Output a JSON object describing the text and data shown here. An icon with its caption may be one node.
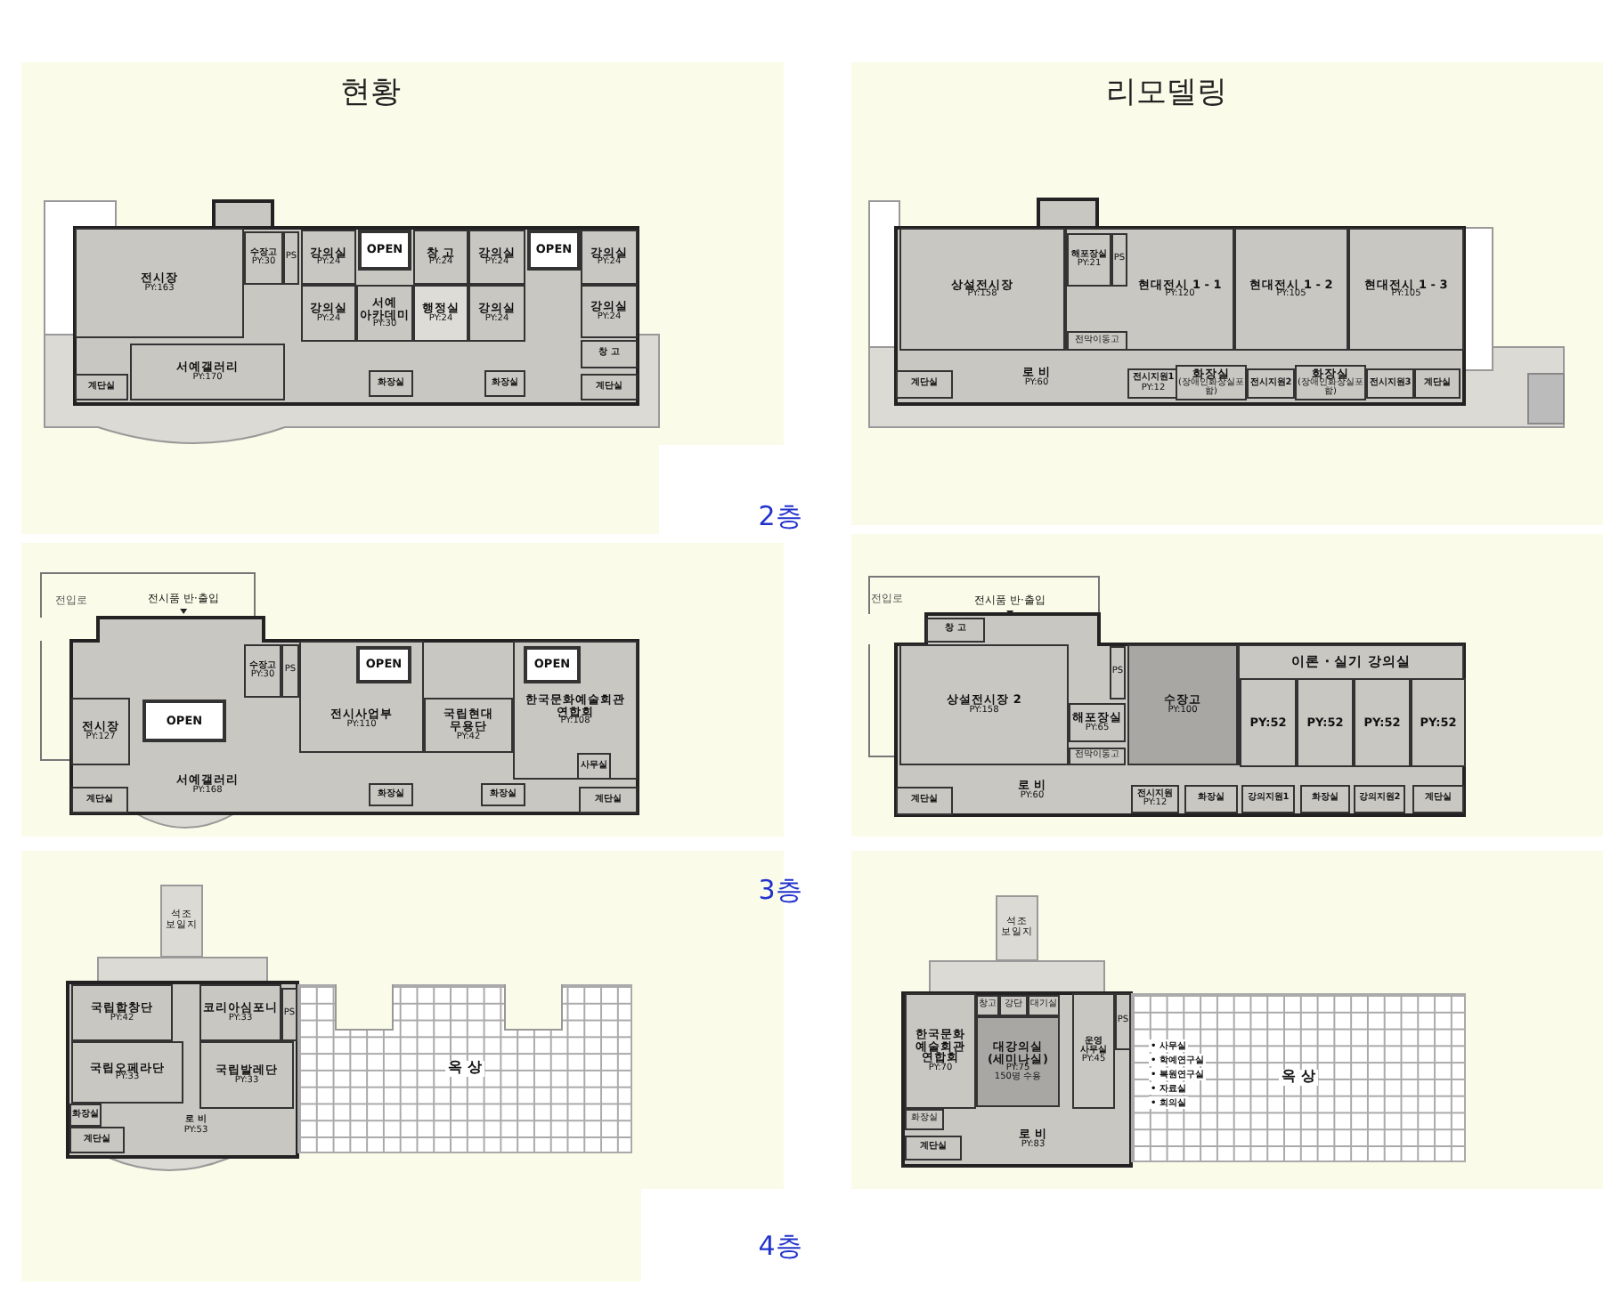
{
  "diagram": {
    "nodes": [
      {
        "text": [
          "전시장",
          "PY:163"
        ]
      },
      {
        "text": [
          "수장고",
          "PY:30"
        ]
      },
      {
        "text": [
          "PS"
        ]
      },
      {
        "text": [
          "강의실",
          "PY:24"
        ]
      },
      {
        "text": [
          "OPEN"
        ]
      },
      {
        "text": [
          "창 고",
          "PY:24"
        ]
      },
      {
        "text": [
          "강의실",
          "PY:24"
        ]
      },
      {
        "text": [
          "OPEN"
        ]
      },
      {
        "text": [
          "강의실",
          "PY:24"
        ]
      },
      {
        "text": [
          "강의실",
          "PY:24"
        ]
      },
      {
        "text": [
          "서예 아카데미",
          "PY:30"
        ]
      },
      {
        "text": [
          "행정실",
          "PY:24"
        ]
      },
      {
        "text": [
          "강의실",
          "PY:24"
        ]
      },
      {
        "text": [
          "강의실",
          "PY:24"
        ]
      },
      {
        "text": [
          "창 고"
        ]
      },
      {
        "text": [
          "서예갤러리",
          "PY:170"
        ]
      },
      {
        "text": [
          "계단실"
        ]
      },
      {
        "text": [
          "화장실"
        ]
      },
      {
        "text": [
          "화장실"
        ]
      },
      {
        "text": [
          "계단실"
        ]
      },
      {
        "text": [
          "상설전시장",
          "PY:158"
        ]
      },
      {
        "text": [
          "현대전시 1 - 1",
          "PY:120"
        ]
      },
      {
        "text": [
          "해포장실",
          "PY:21"
        ],
        "in": 21
      },
      {
        "text": [
          "PS"
        ],
        "in": 21
      },
      {
        "text": [
          "전막이동고"
        ],
        "in": 21
      },
      {
        "text": [
          "현대전시 1 - 2",
          "PY:105"
        ]
      },
      {
        "text": [
          "현대전시 1 - 3",
          "PY:105"
        ]
      },
      {
        "text": [
          "로 비",
          "PY:60"
        ]
      },
      {
        "text": [
          "계단실"
        ]
      },
      {
        "text": [
          "전시지원1",
          "PY:12"
        ]
      },
      {
        "text": [
          "화장실",
          "(장애인화장실포함)"
        ]
      },
      {
        "text": [
          "전시지원2"
        ]
      },
      {
        "text": [
          "화장실",
          "(장애인화장실포함)"
        ]
      },
      {
        "text": [
          "전시지원3"
        ]
      },
      {
        "text": [
          "계단실"
        ]
      },
      {
        "text": [
          "전시장",
          "PY:127"
        ]
      },
      {
        "text": [
          "OPEN"
        ]
      },
      {
        "text": [
          "수장고",
          "PY:30"
        ]
      },
      {
        "text": [
          "PS"
        ]
      },
      {
        "text": [
          "전시사업부",
          "PY:110"
        ]
      },
      {
        "text": [
          "OPEN"
        ],
        "in": 39
      },
      {
        "text": [
          "국립현대 무용단",
          "PY:42"
        ]
      },
      {
        "text": [
          "한국문화예술회관 연합회",
          "PY:108"
        ]
      },
      {
        "text": [
          "OPEN"
        ],
        "in": 42
      },
      {
        "text": [
          "사무실"
        ],
        "in": 42
      },
      {
        "text": [
          "서예갤러리",
          "PY:168"
        ]
      },
      {
        "text": [
          "계단실"
        ]
      },
      {
        "text": [
          "화장실"
        ]
      },
      {
        "text": [
          "화장실"
        ]
      },
      {
        "text": [
          "계단실"
        ]
      },
      {
        "text": [
          "창 고"
        ]
      },
      {
        "text": [
          "상설전시장 2",
          "PY:158"
        ]
      },
      {
        "text": [
          "해포장실",
          "PY:65"
        ]
      },
      {
        "text": [
          "PS"
        ]
      },
      {
        "text": [
          "전막이동고"
        ]
      },
      {
        "text": [
          "수장고",
          "PY:100"
        ]
      },
      {
        "text": [
          "이론 · 실기 강의실"
        ]
      },
      {
        "text": [
          "PY:52"
        ],
        "in": 56
      },
      {
        "text": [
          "PY:52"
        ],
        "in": 56
      },
      {
        "text": [
          "PY:52"
        ],
        "in": 56
      },
      {
        "text": [
          "PY:52"
        ],
        "in": 56
      },
      {
        "text": [
          "로 비",
          "PY:60"
        ]
      },
      {
        "text": [
          "계단실"
        ]
      },
      {
        "text": [
          "전시지원",
          "PY:12"
        ]
      },
      {
        "text": [
          "화장실"
        ]
      },
      {
        "text": [
          "강의지원1"
        ]
      },
      {
        "text": [
          "화장실"
        ]
      },
      {
        "text": [
          "강의지원2"
        ]
      },
      {
        "text": [
          "계단실"
        ]
      },
      {
        "text": [
          "석조 보일지"
        ]
      },
      {
        "text": [
          "국립합창단",
          "PY:42"
        ]
      },
      {
        "text": [
          "코리아심포니",
          "PY:33"
        ]
      },
      {
        "text": [
          "PS"
        ]
      },
      {
        "text": [
          "국립오페라단",
          "PY:33"
        ]
      },
      {
        "text": [
          "국립발레단",
          "PY:33"
        ]
      },
      {
        "text": [
          "화장실"
        ]
      },
      {
        "text": [
          "로 비",
          "PY:53"
        ]
      },
      {
        "text": [
          "계단실"
        ]
      },
      {
        "text": [
          "옥 상"
        ]
      },
      {
        "text": [
          "석조 보일지"
        ]
      },
      {
        "text": [
          "한국문화 예술회관 연합회",
          "PY:70"
        ]
      },
      {
        "text": [
          "대강의실 (세미나실)",
          "PY:75",
          "150명 수용"
        ]
      },
      {
        "text": [
          "창고"
        ]
      },
      {
        "text": [
          "강단"
        ]
      },
      {
        "text": [
          "대기실"
        ]
      },
      {
        "text": [
          "운영 사무실",
          "PY:45"
        ]
      },
      {
        "text": [
          "PS"
        ]
      },
      {
        "text": [
          "화장실"
        ]
      },
      {
        "text": [
          "로 비",
          "PY:83"
        ]
      },
      {
        "text": [
          "계단실"
        ]
      },
      {
        "text": [
          "옥 상"
        ]
      }
    ],
    "labels": [
      "현황",
      "리모델링",
      "2층",
      "전입로",
      "전시품 반·출입",
      "전입로",
      "전시품 반·출입",
      "3층",
      "• 사무실",
      "• 학예연구실",
      "• 복원연구실",
      "• 자료실",
      "• 회의실",
      "4층"
    ]
  }
}
